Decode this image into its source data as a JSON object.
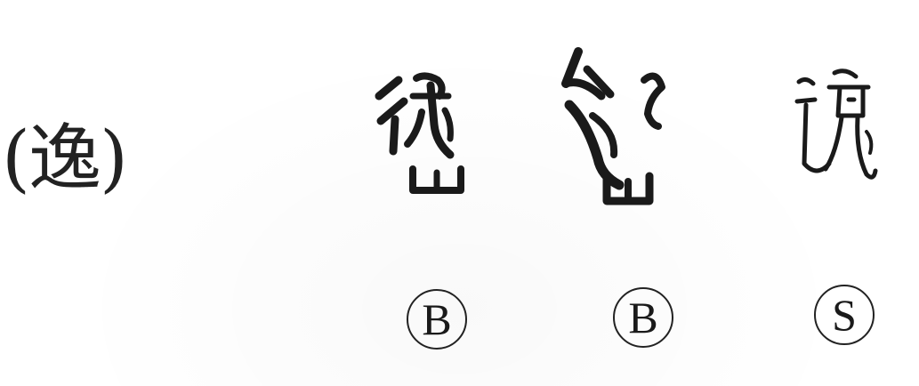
{
  "headword": "(逸)",
  "glyphs": [
    {
      "name": "bronze-script-form-1",
      "icon": "seal-character-glyph"
    },
    {
      "name": "bronze-script-form-2",
      "icon": "seal-character-glyph"
    },
    {
      "name": "small-seal-script-form",
      "icon": "seal-character-glyph"
    }
  ],
  "badges": [
    "B",
    "B",
    "S"
  ],
  "colors": {
    "ink": "#1a1a1a",
    "background": "#ffffff"
  }
}
